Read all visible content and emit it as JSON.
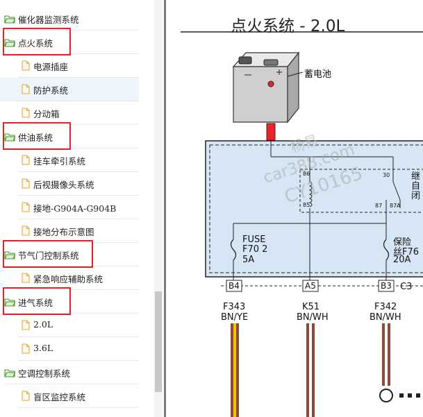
{
  "sidebar": {
    "items": [
      {
        "label": "催化器监测系统",
        "level": 1,
        "icon": "folder-open-icon"
      },
      {
        "label": "点火系统",
        "level": 1,
        "icon": "folder-open-icon",
        "highlighted": true
      },
      {
        "label": "电源插座",
        "level": 2,
        "icon": "document-icon"
      },
      {
        "label": "防护系统",
        "level": 2,
        "icon": "document-icon",
        "selected": true
      },
      {
        "label": "分动箱",
        "level": 2,
        "icon": "document-icon"
      },
      {
        "label": "供油系统",
        "level": 1,
        "icon": "folder-open-icon",
        "highlighted": true
      },
      {
        "label": "挂车牵引系统",
        "level": 2,
        "icon": "document-icon"
      },
      {
        "label": "后视摄像头系统",
        "level": 2,
        "icon": "document-icon"
      },
      {
        "label": "接地-G904A-G904B",
        "level": 2,
        "icon": "document-icon"
      },
      {
        "label": "接地分布示意图",
        "level": 2,
        "icon": "document-icon"
      },
      {
        "label": "节气门控制系统",
        "level": 1,
        "icon": "folder-open-icon",
        "highlighted": true
      },
      {
        "label": "紧急响应辅助系统",
        "level": 2,
        "icon": "document-icon"
      },
      {
        "label": "进气系统",
        "level": 1,
        "icon": "folder-open-icon",
        "highlighted": true
      },
      {
        "label": "2.0L",
        "level": 2,
        "icon": "document-icon"
      },
      {
        "label": "3.6L",
        "level": 2,
        "icon": "document-icon"
      },
      {
        "label": "空调控制系统",
        "level": 1,
        "icon": "folder-open-icon"
      },
      {
        "label": "盲区监控系统",
        "level": 2,
        "icon": "document-icon"
      }
    ]
  },
  "diagram": {
    "title": "点火系统 - 2.0L",
    "battery_label": "蓄电池",
    "relay": {
      "line1": "继",
      "line2": "自",
      "line3": "闭",
      "pin_86": "86",
      "pin_85": "85",
      "pin_30": "30",
      "pin_87": "87",
      "pin_87a": "87A"
    },
    "fuse_left": {
      "line1": "FUSE",
      "line2": "F70 2",
      "line3": "5A"
    },
    "fuse_right": {
      "line1": "保险",
      "line2": "丝F76",
      "line3": "20A"
    },
    "connector_name": "C3",
    "pins": [
      {
        "pin": "B4",
        "circuit": "F343",
        "color": "BN/YE"
      },
      {
        "pin": "A5",
        "circuit": "K51",
        "color": "BN/WH"
      },
      {
        "pin": "B3",
        "circuit": "F342",
        "color": "BN/WH"
      }
    ],
    "watermark": {
      "line1": "杨易",
      "line2": "car388.com",
      "line3": "CY10165"
    },
    "colors": {
      "box_fill": "#d6e6f4",
      "battery_cable": "#e3262e",
      "wire_brown": "#8b4a3a",
      "wire_yellow": "#f0c400",
      "highlight": "#e4202a"
    }
  }
}
